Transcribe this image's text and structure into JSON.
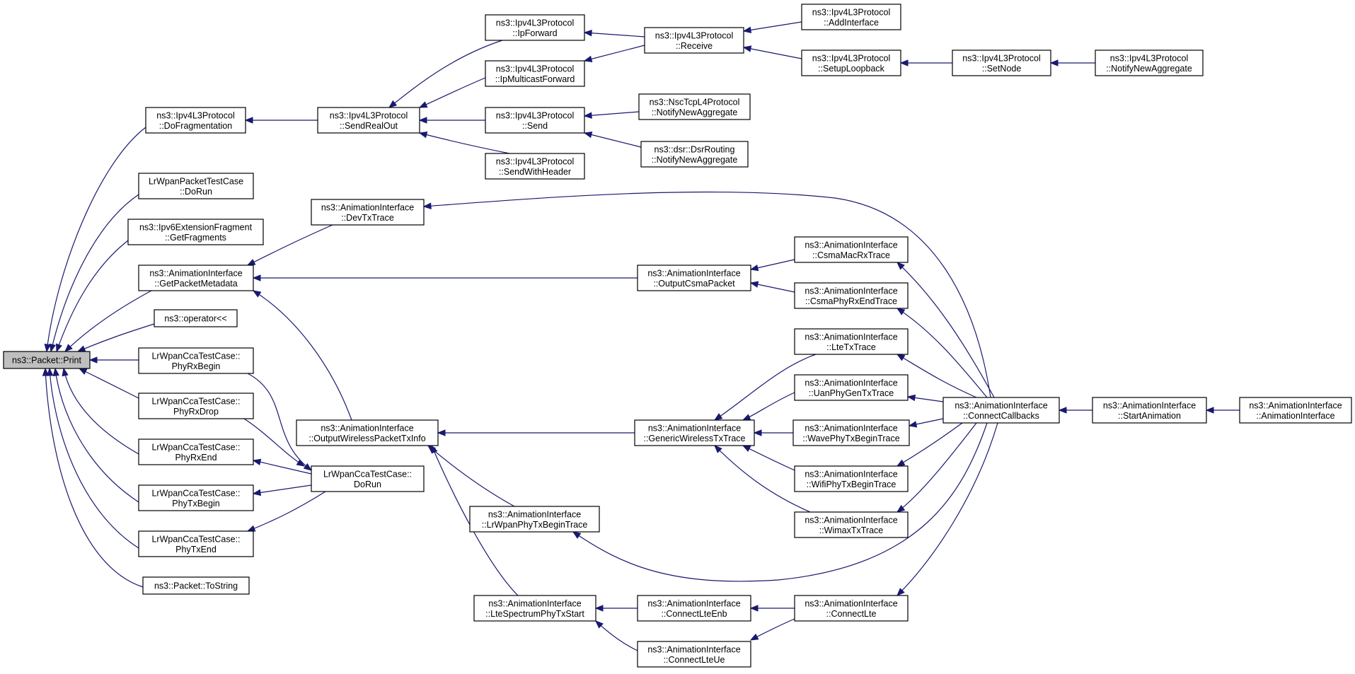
{
  "graph": {
    "colors": {
      "edge": "#191970",
      "node_fill": "#ffffff",
      "root_fill": "#bfbfbf",
      "border": "#000000"
    },
    "nodes": [
      {
        "id": "print",
        "lines": [
          "ns3::Packet::Print"
        ],
        "root": true
      },
      {
        "id": "dofrag",
        "lines": [
          "ns3::Ipv4L3Protocol",
          "::DoFragmentation"
        ]
      },
      {
        "id": "lrwpan_packet_dorun",
        "lines": [
          "LrWpanPacketTestCase",
          "::DoRun"
        ]
      },
      {
        "id": "ipv6frag",
        "lines": [
          "ns3::Ipv6ExtensionFragment",
          "::GetFragments"
        ]
      },
      {
        "id": "getpktmeta",
        "lines": [
          "ns3::AnimationInterface",
          "::GetPacketMetadata"
        ]
      },
      {
        "id": "operator",
        "lines": [
          "ns3::operator<<"
        ]
      },
      {
        "id": "phyrxbegin",
        "lines": [
          "LrWpanCcaTestCase::",
          "PhyRxBegin"
        ]
      },
      {
        "id": "phyrxdrop",
        "lines": [
          "LrWpanCcaTestCase::",
          "PhyRxDrop"
        ]
      },
      {
        "id": "phyrxend",
        "lines": [
          "LrWpanCcaTestCase::",
          "PhyRxEnd"
        ]
      },
      {
        "id": "phytxbegin",
        "lines": [
          "LrWpanCcaTestCase::",
          "PhyTxBegin"
        ]
      },
      {
        "id": "phytxend",
        "lines": [
          "LrWpanCcaTestCase::",
          "PhyTxEnd"
        ]
      },
      {
        "id": "tostring",
        "lines": [
          "ns3::Packet::ToString"
        ]
      },
      {
        "id": "sendrealout",
        "lines": [
          "ns3::Ipv4L3Protocol",
          "::SendRealOut"
        ]
      },
      {
        "id": "devtxtrace",
        "lines": [
          "ns3::AnimationInterface",
          "::DevTxTrace"
        ]
      },
      {
        "id": "outwireless",
        "lines": [
          "ns3::AnimationInterface",
          "::OutputWirelessPacketTxInfo"
        ]
      },
      {
        "id": "cca_dorun",
        "lines": [
          "LrWpanCcaTestCase::",
          "DoRun"
        ]
      },
      {
        "id": "ipforward",
        "lines": [
          "ns3::Ipv4L3Protocol",
          "::IpForward"
        ]
      },
      {
        "id": "ipmcast",
        "lines": [
          "ns3::Ipv4L3Protocol",
          "::IpMulticastForward"
        ]
      },
      {
        "id": "send",
        "lines": [
          "ns3::Ipv4L3Protocol",
          "::Send"
        ]
      },
      {
        "id": "sendwh",
        "lines": [
          "ns3::Ipv4L3Protocol",
          "::SendWithHeader"
        ]
      },
      {
        "id": "lrwpantxbegintrace",
        "lines": [
          "ns3::AnimationInterface",
          "::LrWpanPhyTxBeginTrace"
        ]
      },
      {
        "id": "ltespec",
        "lines": [
          "ns3::AnimationInterface",
          "::LteSpectrumPhyTxStart"
        ]
      },
      {
        "id": "receive",
        "lines": [
          "ns3::Ipv4L3Protocol",
          "::Receive"
        ]
      },
      {
        "id": "nsctcp",
        "lines": [
          "ns3::NscTcpL4Protocol",
          "::NotifyNewAggregate"
        ]
      },
      {
        "id": "dsr",
        "lines": [
          "ns3::dsr::DsrRouting",
          "::NotifyNewAggregate"
        ]
      },
      {
        "id": "outcsma",
        "lines": [
          "ns3::AnimationInterface",
          "::OutputCsmaPacket"
        ]
      },
      {
        "id": "genwireless",
        "lines": [
          "ns3::AnimationInterface",
          "::GenericWirelessTxTrace"
        ]
      },
      {
        "id": "connlteenb",
        "lines": [
          "ns3::AnimationInterface",
          "::ConnectLteEnb"
        ]
      },
      {
        "id": "connlteue",
        "lines": [
          "ns3::AnimationInterface",
          "::ConnectLteUe"
        ]
      },
      {
        "id": "addiface",
        "lines": [
          "ns3::Ipv4L3Protocol",
          "::AddInterface"
        ]
      },
      {
        "id": "setuploop",
        "lines": [
          "ns3::Ipv4L3Protocol",
          "::SetupLoopback"
        ]
      },
      {
        "id": "csmamacrx",
        "lines": [
          "ns3::AnimationInterface",
          "::CsmaMacRxTrace"
        ]
      },
      {
        "id": "csmaphyrxend",
        "lines": [
          "ns3::AnimationInterface",
          "::CsmaPhyRxEndTrace"
        ]
      },
      {
        "id": "ltetx",
        "lines": [
          "ns3::AnimationInterface",
          "::LteTxTrace"
        ]
      },
      {
        "id": "uanphy",
        "lines": [
          "ns3::AnimationInterface",
          "::UanPhyGenTxTrace"
        ]
      },
      {
        "id": "wavephy",
        "lines": [
          "ns3::AnimationInterface",
          "::WavePhyTxBeginTrace"
        ]
      },
      {
        "id": "wifiphy",
        "lines": [
          "ns3::AnimationInterface",
          "::WifiPhyTxBeginTrace"
        ]
      },
      {
        "id": "wimax",
        "lines": [
          "ns3::AnimationInterface",
          "::WimaxTxTrace"
        ]
      },
      {
        "id": "connlte",
        "lines": [
          "ns3::AnimationInterface",
          "::ConnectLte"
        ]
      },
      {
        "id": "setnode",
        "lines": [
          "ns3::Ipv4L3Protocol",
          "::SetNode"
        ]
      },
      {
        "id": "connectcb",
        "lines": [
          "ns3::AnimationInterface",
          "::ConnectCallbacks"
        ]
      },
      {
        "id": "notifynewagg",
        "lines": [
          "ns3::Ipv4L3Protocol",
          "::NotifyNewAggregate"
        ]
      },
      {
        "id": "startanim",
        "lines": [
          "ns3::AnimationInterface",
          "::StartAnimation"
        ]
      },
      {
        "id": "animctor",
        "lines": [
          "ns3::AnimationInterface",
          "::AnimationInterface"
        ]
      }
    ],
    "edges": [
      {
        "from": "dofrag",
        "to": "print"
      },
      {
        "from": "lrwpan_packet_dorun",
        "to": "print"
      },
      {
        "from": "ipv6frag",
        "to": "print"
      },
      {
        "from": "getpktmeta",
        "to": "print"
      },
      {
        "from": "operator",
        "to": "print"
      },
      {
        "from": "phyrxbegin",
        "to": "print"
      },
      {
        "from": "phyrxdrop",
        "to": "print"
      },
      {
        "from": "phyrxend",
        "to": "print"
      },
      {
        "from": "phytxbegin",
        "to": "print"
      },
      {
        "from": "phytxend",
        "to": "print"
      },
      {
        "from": "tostring",
        "to": "print"
      },
      {
        "from": "sendrealout",
        "to": "dofrag"
      },
      {
        "from": "ipforward",
        "to": "sendrealout"
      },
      {
        "from": "ipmcast",
        "to": "sendrealout"
      },
      {
        "from": "send",
        "to": "sendrealout"
      },
      {
        "from": "sendwh",
        "to": "sendrealout"
      },
      {
        "from": "receive",
        "to": "ipforward"
      },
      {
        "from": "receive",
        "to": "ipmcast"
      },
      {
        "from": "addiface",
        "to": "receive"
      },
      {
        "from": "setuploop",
        "to": "receive"
      },
      {
        "from": "setnode",
        "to": "setuploop"
      },
      {
        "from": "notifynewagg",
        "to": "setnode"
      },
      {
        "from": "nsctcp",
        "to": "send"
      },
      {
        "from": "dsr",
        "to": "send"
      },
      {
        "from": "devtxtrace",
        "to": "getpktmeta"
      },
      {
        "from": "outcsma",
        "to": "getpktmeta"
      },
      {
        "from": "outwireless",
        "to": "getpktmeta"
      },
      {
        "from": "connectcb",
        "to": "devtxtrace"
      },
      {
        "from": "csmamacrx",
        "to": "outcsma"
      },
      {
        "from": "csmaphyrxend",
        "to": "outcsma"
      },
      {
        "from": "connectcb",
        "to": "csmamacrx"
      },
      {
        "from": "connectcb",
        "to": "csmaphyrxend"
      },
      {
        "from": "genwireless",
        "to": "outwireless"
      },
      {
        "from": "lrwpantxbegintrace",
        "to": "outwireless"
      },
      {
        "from": "ltespec",
        "to": "outwireless"
      },
      {
        "from": "ltetx",
        "to": "genwireless"
      },
      {
        "from": "uanphy",
        "to": "genwireless"
      },
      {
        "from": "wavephy",
        "to": "genwireless"
      },
      {
        "from": "wifiphy",
        "to": "genwireless"
      },
      {
        "from": "wimax",
        "to": "genwireless"
      },
      {
        "from": "connectcb",
        "to": "ltetx"
      },
      {
        "from": "connectcb",
        "to": "uanphy"
      },
      {
        "from": "connectcb",
        "to": "wavephy"
      },
      {
        "from": "connectcb",
        "to": "wifiphy"
      },
      {
        "from": "connectcb",
        "to": "wimax"
      },
      {
        "from": "connectcb",
        "to": "lrwpantxbegintrace"
      },
      {
        "from": "connlteenb",
        "to": "ltespec"
      },
      {
        "from": "connlteue",
        "to": "ltespec"
      },
      {
        "from": "connlte",
        "to": "connlteenb"
      },
      {
        "from": "connlte",
        "to": "connlteue"
      },
      {
        "from": "connectcb",
        "to": "connlte"
      },
      {
        "from": "startanim",
        "to": "connectcb"
      },
      {
        "from": "animctor",
        "to": "startanim"
      },
      {
        "from": "phyrxbegin",
        "to": "cca_dorun",
        "reverse": true
      },
      {
        "from": "phyrxdrop",
        "to": "cca_dorun",
        "reverse": true
      },
      {
        "from": "cca_dorun",
        "to": "phyrxend"
      },
      {
        "from": "cca_dorun",
        "to": "phytxbegin"
      },
      {
        "from": "cca_dorun",
        "to": "phytxend"
      }
    ]
  }
}
